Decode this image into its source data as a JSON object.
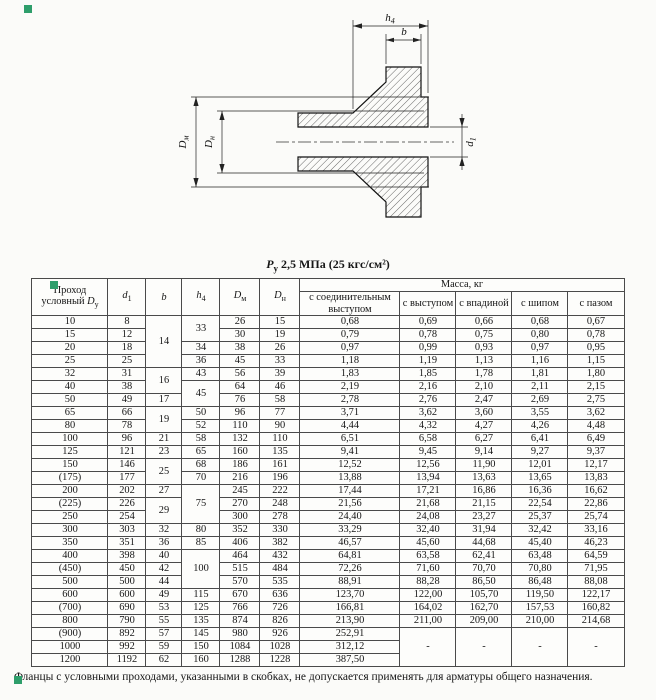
{
  "caption": {
    "p_base": "P",
    "p_sub": "у",
    "text": "2,5 МПа (25 кгс/см²)"
  },
  "drawing": {
    "labels": {
      "h4_base": "h",
      "h4_sub": "4",
      "b": "b",
      "dm_base": "D",
      "dm_sub": "м",
      "dn_base": "D",
      "dn_sub": "н",
      "d1_base": "d",
      "d1_sub": "1"
    }
  },
  "table": {
    "headers": {
      "pass_line1": "Проход",
      "pass_line2": "условный",
      "pass_sym_base": "D",
      "pass_sym_sub": "у",
      "d1_base": "d",
      "d1_sub": "1",
      "b": "b",
      "h4_base": "h",
      "h4_sub": "4",
      "dm_base": "D",
      "dm_sub": "м",
      "dn_base": "D",
      "dn_sub": "н",
      "mass": "Масса, кг",
      "mass_cols": [
        "с соединительным выступом",
        "с выступом",
        "с впадиной",
        "с шипом",
        "с пазом"
      ]
    },
    "rows": [
      [
        "10",
        "8",
        {
          "v": "14",
          "rs": 4
        },
        {
          "v": "33",
          "rs": 2
        },
        "26",
        "15",
        "0,68",
        "0,69",
        "0,66",
        "0,68",
        "0,67"
      ],
      [
        "15",
        "12",
        "30",
        "19",
        "0,79",
        "0,78",
        "0,75",
        "0,80",
        "0,78"
      ],
      [
        "20",
        "18",
        "34",
        "38",
        "26",
        "0,97",
        "0,99",
        "0,93",
        "0,97",
        "0,95"
      ],
      [
        "25",
        "25",
        "36",
        "45",
        "33",
        "1,18",
        "1,19",
        "1,13",
        "1,16",
        "1,15"
      ],
      [
        "32",
        "31",
        {
          "v": "16",
          "rs": 2
        },
        "43",
        "56",
        "39",
        "1,83",
        "1,85",
        "1,78",
        "1,81",
        "1,80"
      ],
      [
        "40",
        "38",
        {
          "v": "45",
          "rs": 2
        },
        "64",
        "46",
        "2,19",
        "2,16",
        "2,10",
        "2,11",
        "2,15"
      ],
      [
        "50",
        "49",
        "17",
        "76",
        "58",
        "2,78",
        "2,76",
        "2,47",
        "2,69",
        "2,75"
      ],
      [
        "65",
        "66",
        {
          "v": "19",
          "rs": 2
        },
        "50",
        "96",
        "77",
        "3,71",
        "3,62",
        "3,60",
        "3,55",
        "3,62"
      ],
      [
        "80",
        "78",
        "52",
        "110",
        "90",
        "4,44",
        "4,32",
        "4,27",
        "4,26",
        "4,48"
      ],
      [
        "100",
        "96",
        "21",
        "58",
        "132",
        "110",
        "6,51",
        "6,58",
        "6,27",
        "6,41",
        "6,49"
      ],
      [
        "125",
        "121",
        "23",
        "65",
        "160",
        "135",
        "9,41",
        "9,45",
        "9,14",
        "9,27",
        "9,37"
      ],
      [
        "150",
        "146",
        {
          "v": "25",
          "rs": 2
        },
        "68",
        "186",
        "161",
        "12,52",
        "12,56",
        "11,90",
        "12,01",
        "12,17"
      ],
      [
        "(175)",
        "177",
        "70",
        "216",
        "196",
        "13,88",
        "13,94",
        "13,63",
        "13,65",
        "13,83"
      ],
      [
        "200",
        "202",
        "27",
        {
          "v": "75",
          "rs": 3
        },
        "245",
        "222",
        "17,44",
        "17,21",
        "16,86",
        "16,36",
        "16,62"
      ],
      [
        "(225)",
        "226",
        {
          "v": "29",
          "rs": 2
        },
        "270",
        "248",
        "21,56",
        "21,68",
        "21,15",
        "22,54",
        "22,86"
      ],
      [
        "250",
        "254",
        "300",
        "278",
        "24,40",
        "24,08",
        "23,27",
        "25,37",
        "25,74"
      ],
      [
        "300",
        "303",
        "32",
        "80",
        "352",
        "330",
        "33,29",
        "32,40",
        "31,94",
        "32,42",
        "33,16"
      ],
      [
        "350",
        "351",
        "36",
        "85",
        "406",
        "382",
        "46,57",
        "45,60",
        "44,68",
        "45,40",
        "46,23"
      ],
      [
        "400",
        "398",
        "40",
        {
          "v": "100",
          "rs": 3
        },
        "464",
        "432",
        "64,81",
        "63,58",
        "62,41",
        "63,48",
        "64,59"
      ],
      [
        "(450)",
        "450",
        "42",
        "515",
        "484",
        "72,26",
        "71,60",
        "70,70",
        "70,80",
        "71,95"
      ],
      [
        "500",
        "500",
        "44",
        "570",
        "535",
        "88,91",
        "88,28",
        "86,50",
        "86,48",
        "88,08"
      ],
      [
        "600",
        "600",
        "49",
        "115",
        "670",
        "636",
        "123,70",
        "122,00",
        "105,70",
        "119,50",
        "122,17"
      ],
      [
        "(700)",
        "690",
        "53",
        "125",
        "766",
        "726",
        "166,81",
        "164,02",
        "162,70",
        "157,53",
        "160,82"
      ],
      [
        "800",
        "790",
        "55",
        "135",
        "874",
        "826",
        "213,90",
        "211,00",
        "209,00",
        "210,00",
        "214,68"
      ],
      [
        "(900)",
        "892",
        "57",
        "145",
        "980",
        "926",
        "252,91",
        {
          "v": "-",
          "rs": 3
        },
        {
          "v": "-",
          "rs": 3
        },
        {
          "v": "-",
          "rs": 3
        },
        {
          "v": "-",
          "rs": 3
        }
      ],
      [
        "1000",
        "992",
        "59",
        "150",
        "1084",
        "1028",
        "312,12"
      ],
      [
        "1200",
        "1192",
        "62",
        "160",
        "1288",
        "1228",
        "387,50"
      ]
    ]
  },
  "page": {
    "footnote": "Фланцы с условными проходами, указанными в скобках, не допускается применять для арматуры общего назначения."
  }
}
